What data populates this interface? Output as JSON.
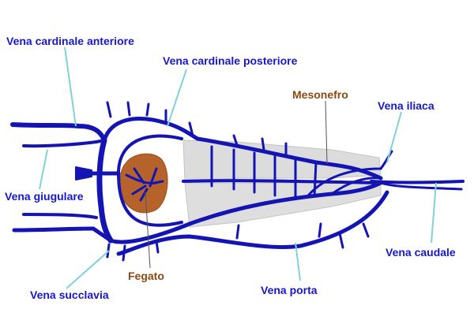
{
  "labels": {
    "cardinale_anteriore": "Vena cardinale anteriore",
    "cardinale_posteriore": "Vena cardinale posteriore",
    "mesonefro": "Mesonefro",
    "iliaca": "Vena iliaca",
    "giugulare": "Vena giugulare",
    "fegato": "Fegato",
    "caudale": "Vena caudale",
    "succlavia": "Vena succlavia",
    "porta": "Vena porta"
  },
  "colors": {
    "vein": "#1414b4",
    "label_blue": "#1818c8",
    "label_brown": "#8a4a12",
    "leader": "#7fd3d3",
    "liver": "#b5632a",
    "kidney": "#dcdcdc"
  }
}
